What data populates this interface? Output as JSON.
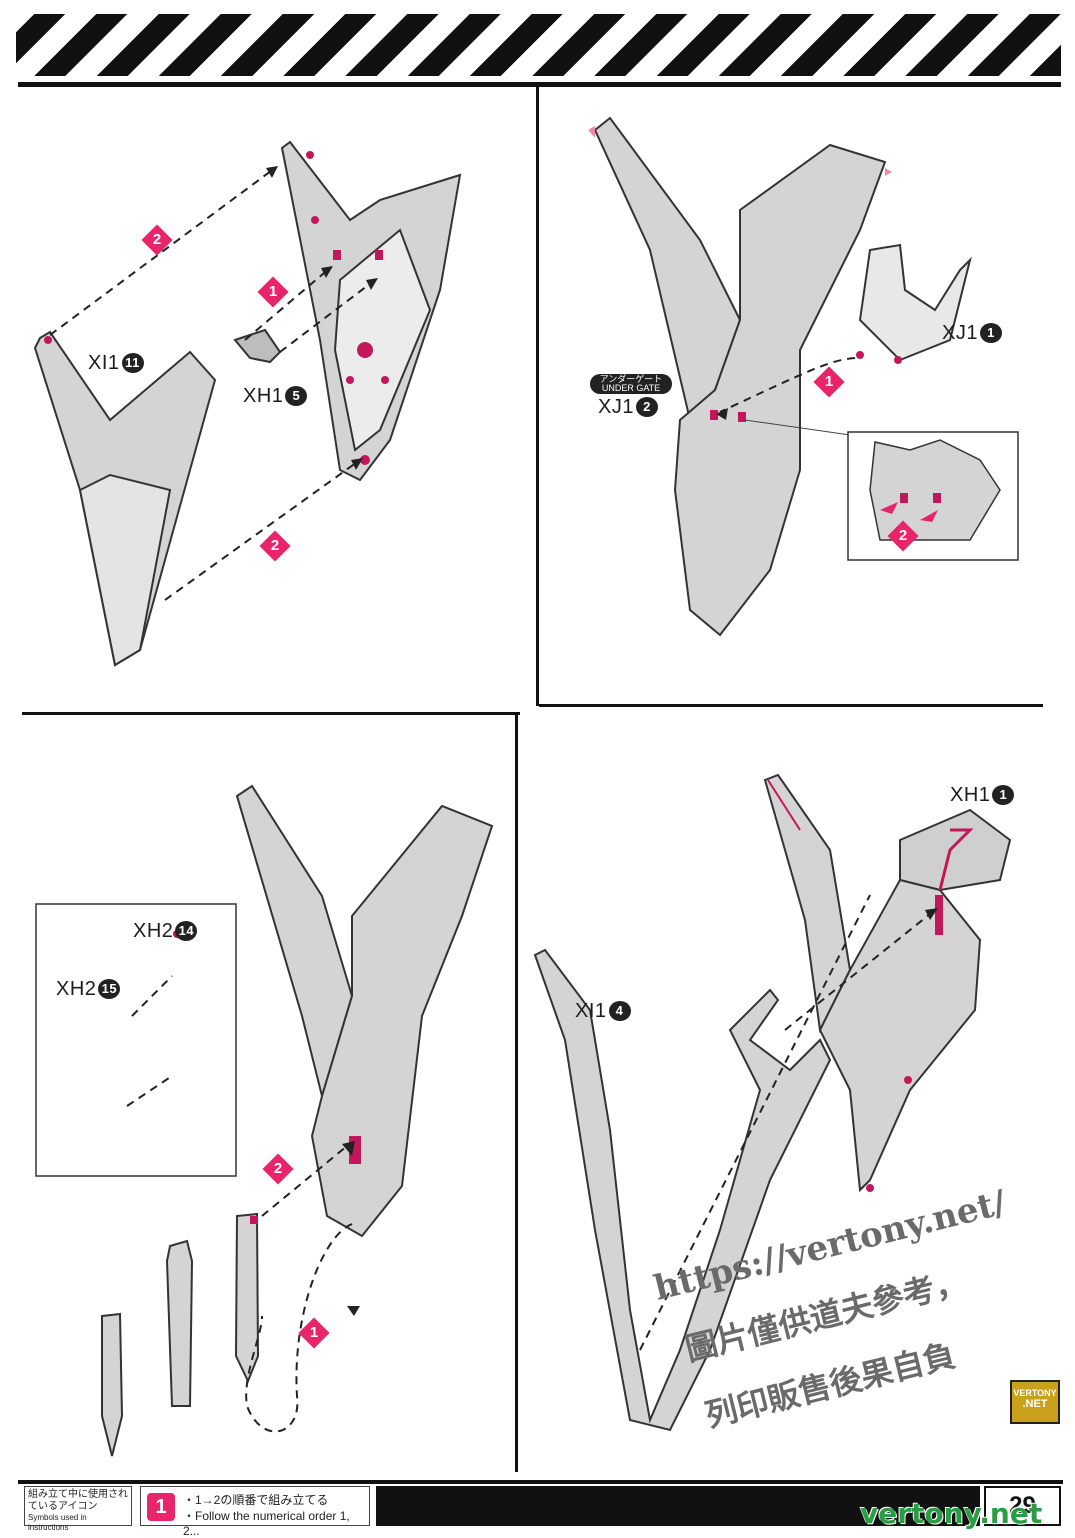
{
  "panel1": {
    "labels": [
      {
        "code": "XI1",
        "num": "11"
      },
      {
        "code": "XH1",
        "num": "5"
      }
    ],
    "steps": [
      "2",
      "1",
      "2"
    ]
  },
  "panel2": {
    "labels": [
      {
        "code": "XJ1",
        "num": "1"
      },
      {
        "code": "XJ1",
        "num": "2"
      }
    ],
    "under_gate_jp": "アンダーゲート",
    "under_gate_en": "UNDER GATE",
    "steps": [
      "1",
      "2"
    ]
  },
  "panel3": {
    "labels": [
      {
        "code": "XH2",
        "num": "14"
      },
      {
        "code": "XH2",
        "num": "15"
      }
    ],
    "steps": [
      "2",
      "1"
    ]
  },
  "panel4": {
    "labels": [
      {
        "code": "XH1",
        "num": "1"
      },
      {
        "code": "XI1",
        "num": "4"
      }
    ]
  },
  "watermark": {
    "line1": "https://vertony.net/",
    "line2": "圖片僅供道夫參考，",
    "line3": "列印販售後果自負"
  },
  "footer": {
    "icons_jp": "組み立て中に使用されているアイコン",
    "icons_en": "Symbols used in instructions",
    "step_icon": "1",
    "order_jp": "・1→2の順番で組み立てる",
    "order_en": "・Follow the numerical order 1, 2...",
    "page_number": "29",
    "site": "vertony.net"
  },
  "logo": {
    "line1": "VERTONY",
    "line2": ".NET"
  },
  "colors": {
    "accent": "#e8246a",
    "part_fill": "#d4d4d4",
    "part_stroke": "#333333"
  }
}
